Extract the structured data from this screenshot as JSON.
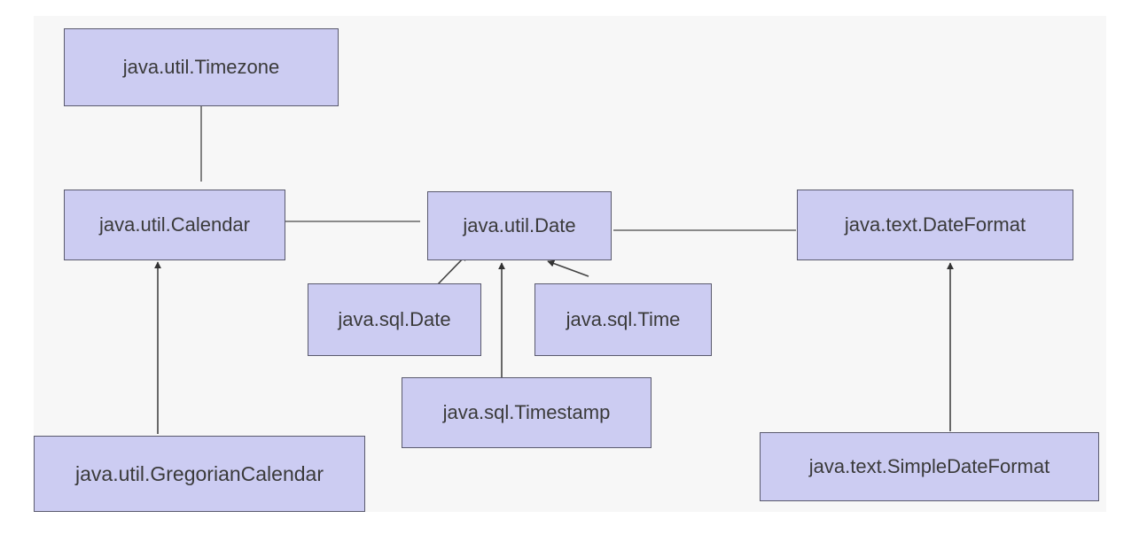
{
  "diagram": {
    "nodes": {
      "timezone": "java.util.Timezone",
      "calendar": "java.util.Calendar",
      "date": "java.util.Date",
      "dateformat": "java.text.DateFormat",
      "sqldate": "java.sql.Date",
      "sqltime": "java.sql.Time",
      "timestamp": "java.sql.Timestamp",
      "gregorian": "java.util.GregorianCalendar",
      "simpledateformat": "java.text.SimpleDateFormat"
    },
    "edges": [
      {
        "from": "timezone",
        "to": "calendar",
        "type": "association"
      },
      {
        "from": "calendar",
        "to": "date",
        "type": "association"
      },
      {
        "from": "date",
        "to": "dateformat",
        "type": "association"
      },
      {
        "from": "gregorian",
        "to": "calendar",
        "type": "inheritance"
      },
      {
        "from": "sqldate",
        "to": "date",
        "type": "inheritance"
      },
      {
        "from": "sqltime",
        "to": "date",
        "type": "inheritance"
      },
      {
        "from": "timestamp",
        "to": "date",
        "type": "inheritance"
      },
      {
        "from": "simpledateformat",
        "to": "dateformat",
        "type": "inheritance"
      }
    ],
    "colors": {
      "node_fill": "#ccccf2",
      "node_border": "#5a5a6e",
      "line": "#555555",
      "text": "#3a3a3a"
    }
  }
}
